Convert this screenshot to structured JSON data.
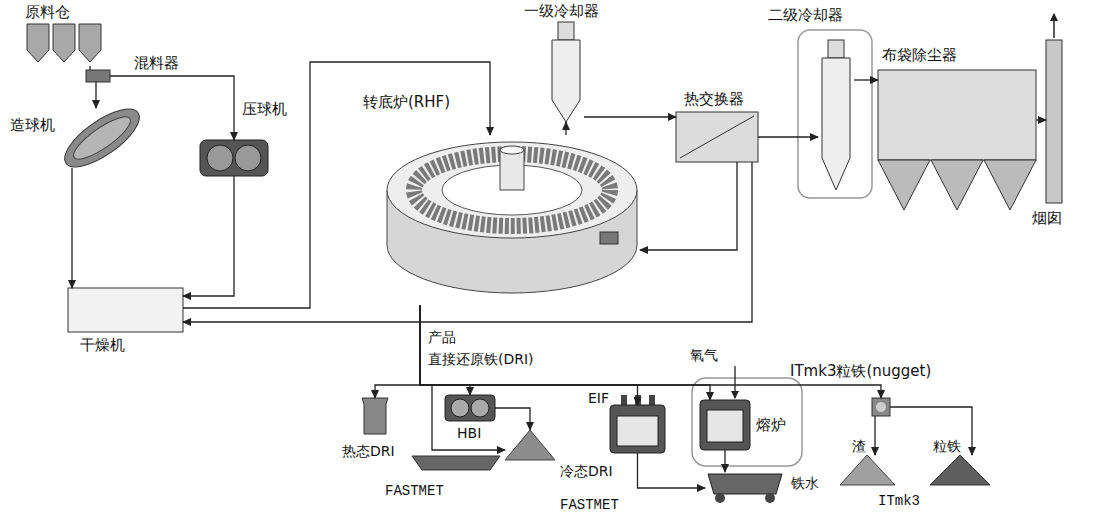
{
  "diagram": {
    "nodes": [
      {
        "text": [
          "原料仓"
        ]
      },
      {
        "text": [
          "混料器"
        ]
      },
      {
        "text": [
          "造球机"
        ]
      },
      {
        "text": [
          "压球机"
        ]
      },
      {
        "text": [
          "干燥机"
        ]
      },
      {
        "text": [
          "转底炉(RHF)"
        ]
      },
      {
        "text": [
          "一级冷却器"
        ]
      },
      {
        "text": [
          "热交换器"
        ]
      },
      {
        "text": [
          "二级冷却器"
        ]
      },
      {
        "text": [
          "布袋除尘器"
        ]
      },
      {
        "text": [
          "烟囱"
        ]
      },
      {
        "text": [
          "热态DRI"
        ]
      },
      {
        "text": [
          "HBI"
        ]
      },
      {
        "text": [
          "冷态DRI"
        ]
      },
      {
        "text": [
          "EIF"
        ]
      },
      {
        "text": [
          "熔炉"
        ]
      },
      {
        "text": [
          "铁水"
        ]
      },
      {
        "text": [
          "ITmk3粒铁(nugget)"
        ]
      },
      {
        "text": [
          "渣"
        ]
      },
      {
        "text": [
          "粒铁"
        ]
      }
    ],
    "edges": [
      {
        "from": 0,
        "to": 1,
        "arrow": "none"
      },
      {
        "from": 1,
        "to": 2,
        "arrow": "to"
      },
      {
        "from": 1,
        "to": 3,
        "arrow": "to"
      },
      {
        "from": 2,
        "to": 4,
        "arrow": "to"
      },
      {
        "from": 3,
        "to": 4,
        "arrow": "to"
      },
      {
        "from": 4,
        "to": 5,
        "arrow": "to"
      },
      {
        "from": 5,
        "to": 6,
        "arrow": "to"
      },
      {
        "from": 6,
        "to": 7,
        "arrow": "to"
      },
      {
        "from": 7,
        "to": 8,
        "arrow": "to"
      },
      {
        "from": 8,
        "to": 9,
        "arrow": "to"
      },
      {
        "from": 9,
        "to": 10,
        "arrow": "to"
      },
      {
        "from": 7,
        "to": 5,
        "arrow": "to"
      },
      {
        "from": 7,
        "to": 4,
        "arrow": "to"
      },
      {
        "from": 5,
        "to": 11,
        "arrow": "to"
      },
      {
        "from": 5,
        "to": 12,
        "arrow": "to"
      },
      {
        "from": 5,
        "to": 13,
        "arrow": "to"
      },
      {
        "from": 12,
        "to": 13,
        "arrow": "to"
      },
      {
        "from": 5,
        "to": 14,
        "arrow": "to"
      },
      {
        "from": 5,
        "to": 15,
        "arrow": "to"
      },
      {
        "from": 5,
        "to": 17,
        "arrow": "to"
      },
      {
        "from": 14,
        "to": 16,
        "arrow": "to"
      },
      {
        "from": 15,
        "to": 16,
        "arrow": "to"
      },
      {
        "from": 17,
        "to": 18,
        "arrow": "to"
      },
      {
        "from": 17,
        "to": 19,
        "arrow": "to"
      }
    ],
    "labels": [
      "产品",
      "直接还原铁(DRI)",
      "氧气",
      "FASTMET",
      "FASTMET",
      "ITmk3"
    ]
  }
}
